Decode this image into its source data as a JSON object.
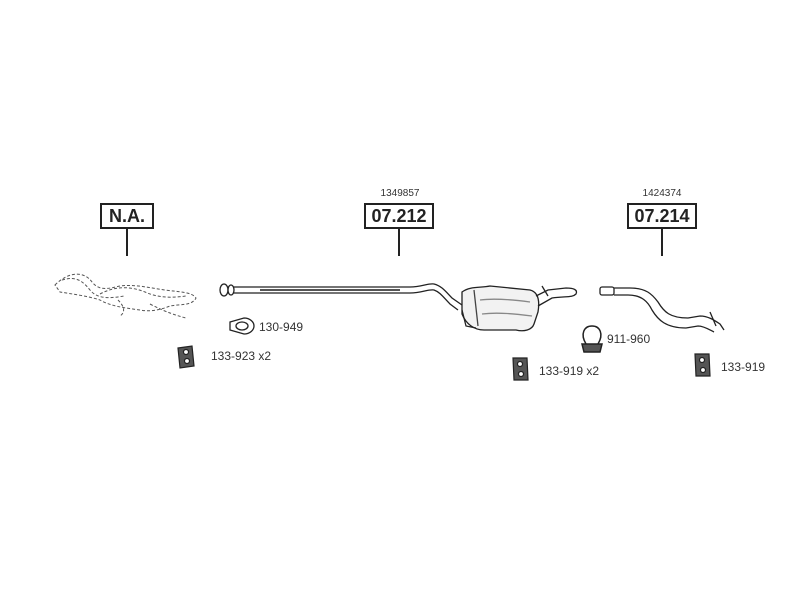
{
  "assemblies": [
    {
      "id": "front",
      "code": "N.A.",
      "oe": ""
    },
    {
      "id": "middle",
      "code": "07.212",
      "oe": "1349857"
    },
    {
      "id": "rear",
      "code": "07.214",
      "oe": "1424374"
    }
  ],
  "parts": {
    "gasket": "130-949",
    "hanger_front": "133-923 x2",
    "hanger_middle": "133-919 x2",
    "clamp": "911-960",
    "hanger_rear": "133-919"
  },
  "colors": {
    "line": "#222222",
    "shade": "#888888"
  }
}
